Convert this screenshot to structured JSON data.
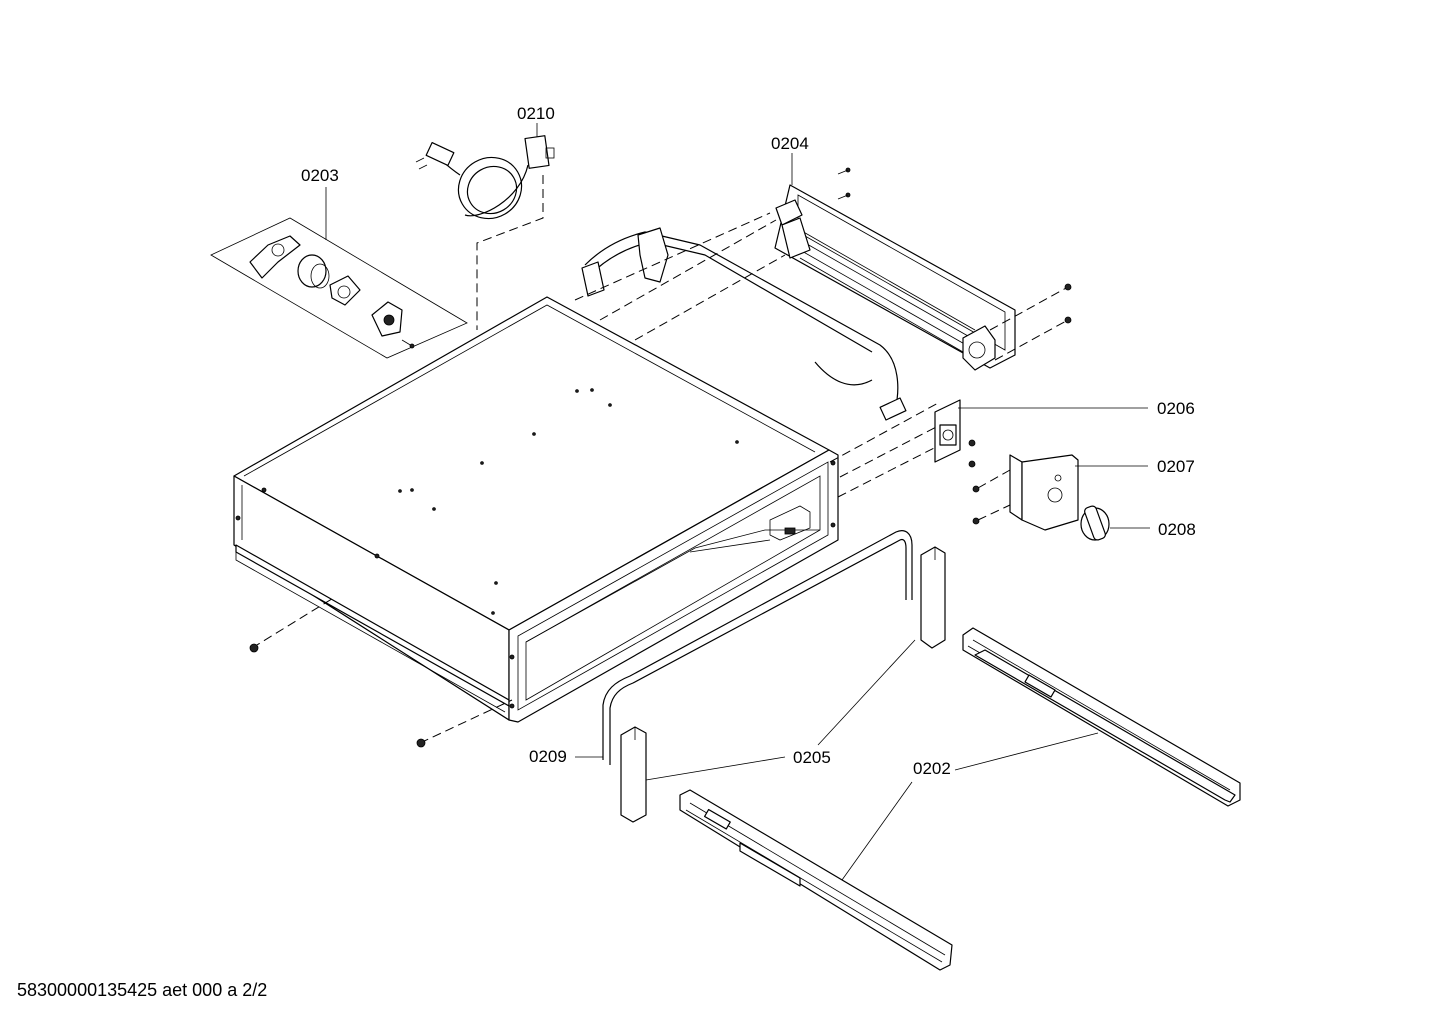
{
  "labels": {
    "p0210": "0210",
    "p0204": "0204",
    "p0203": "0203",
    "p0206": "0206",
    "p0207": "0207",
    "p0208": "0208",
    "p0209": "0209",
    "p0205": "0205",
    "p0202": "0202"
  },
  "footer": "58300000135425 aet 000 a 2/2"
}
